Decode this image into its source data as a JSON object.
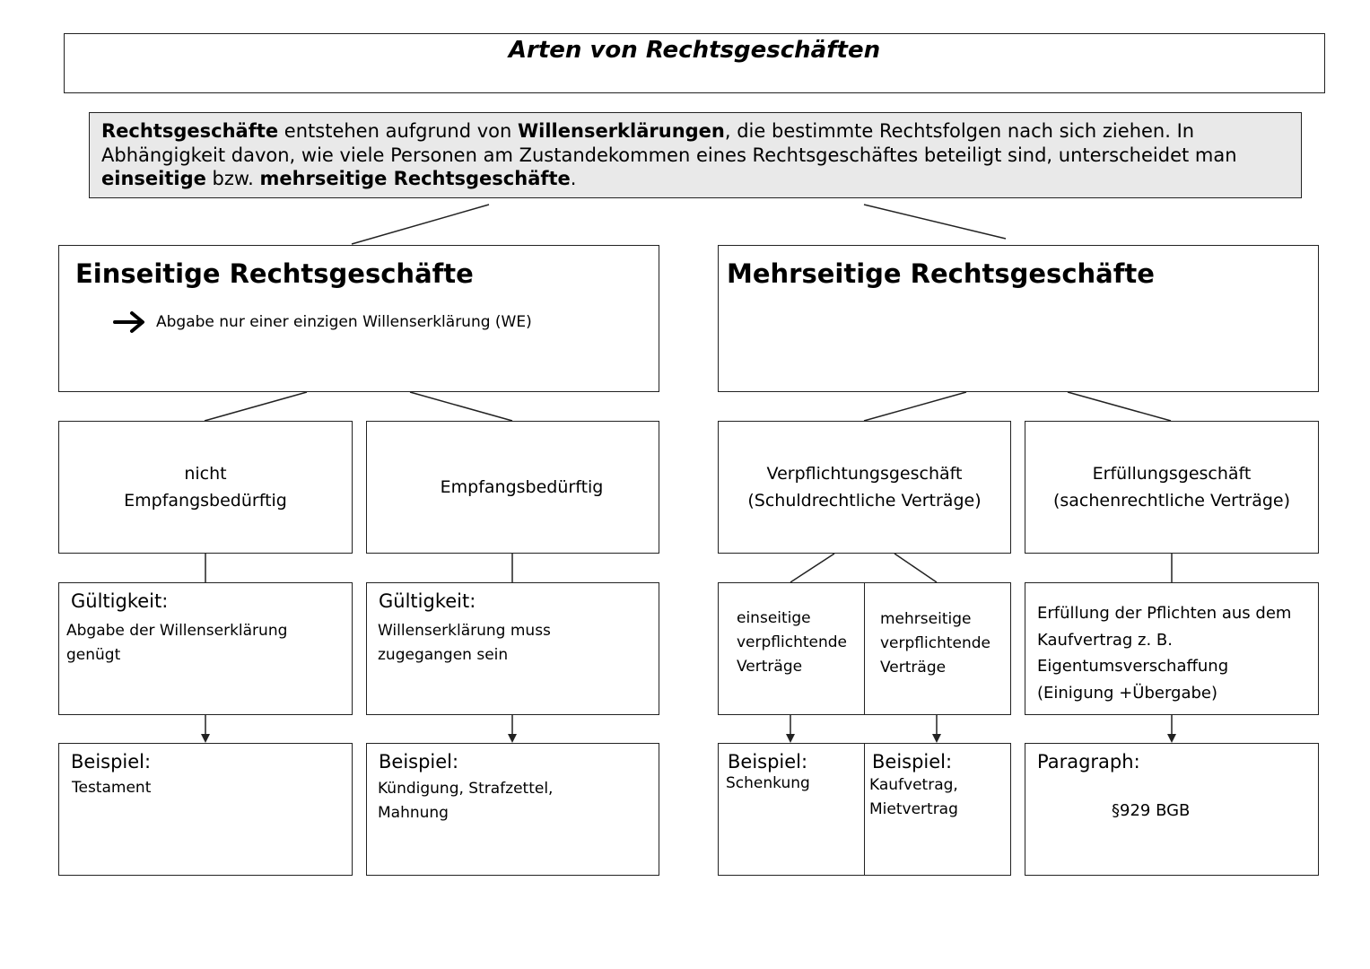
{
  "title": "Arten von Rechtsgeschäften",
  "intro": {
    "term_rechtsgeschaefte": "Rechtsgeschäfte",
    "text_1": " entstehen aufgrund von ",
    "term_willenserklaerungen": "Willenserklärungen",
    "text_2": ", die bestimmte Rechtsfolgen nach sich ziehen. In Abhängigkeit davon, wie viele Personen am Zustandekommen eines Rechtsgeschäftes beteiligt sind, unterscheidet man ",
    "term_einseitige": "einseitige",
    "text_3": " bzw. ",
    "term_mehrseitige": "mehrseitige Rechtsgeschäfte",
    "text_4": "."
  },
  "einseitig": {
    "heading": "Einseitige Rechtsgeschäfte",
    "note": "Abgabe nur einer einzigen Willenserklärung (WE)",
    "nicht_empfangs": {
      "line1": "nicht",
      "line2": "Empfangsbedürftig",
      "validity_heading": "Gültigkeit:",
      "validity_line1": "Abgabe der Willenserklärung",
      "validity_line2": "genügt",
      "example_heading": "Beispiel:",
      "example_text": "Testament"
    },
    "empfangs": {
      "label": "Empfangsbedürftig",
      "validity_heading": "Gültigkeit:",
      "validity_line1": "Willenserklärung muss",
      "validity_line2": "zugegangen sein",
      "example_heading": "Beispiel:",
      "example_line1": "Kündigung, Strafzettel,",
      "example_line2": "Mahnung"
    }
  },
  "mehrseitig": {
    "heading": "Mehrseitige Rechtsgeschäfte",
    "verpflichtung": {
      "line1": "Verpflichtungsgeschäft",
      "line2": "(Schuldrechtliche Verträge)",
      "einseitig_v": {
        "line1": "einseitige",
        "line2": "verpflichtende",
        "line3": "Verträge",
        "example_heading": "Beispiel:",
        "example_text": "Schenkung"
      },
      "mehrseitig_v": {
        "line1": "mehrseitige",
        "line2": "verpflichtende",
        "line3": "Verträge",
        "example_heading": "Beispiel:",
        "example_line1": "Kaufvetrag,",
        "example_line2": "Mietvertrag"
      }
    },
    "erfuellung": {
      "line1": "Erfüllungsgeschäft",
      "line2": "(sachenrechtliche Verträge)",
      "detail_line1": "Erfüllung der Pflichten aus dem",
      "detail_line2": "Kaufvertrag z. B.",
      "detail_line3": "Eigentumsverschaffung",
      "detail_line4": "(Einigung +Übergabe)",
      "paragraph_heading": "Paragraph:",
      "paragraph_text": "§929 BGB"
    }
  },
  "colors": {
    "border": "#222222",
    "intro_background": "#e9e9e9"
  }
}
